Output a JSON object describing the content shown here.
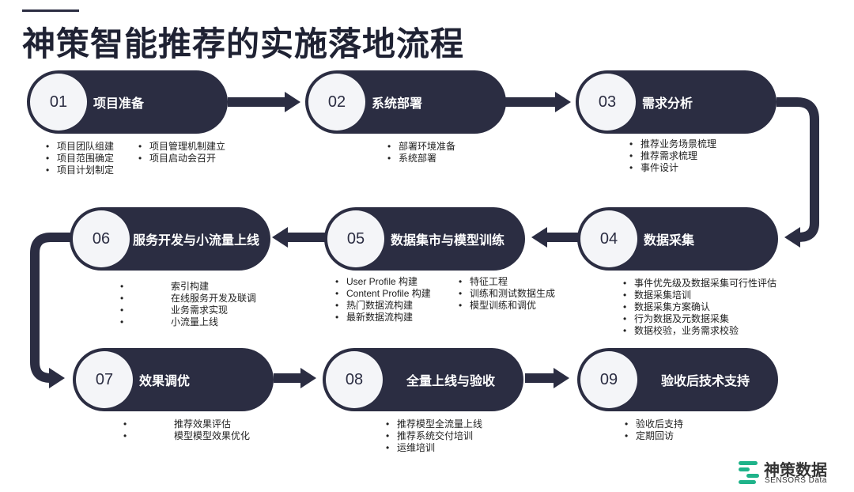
{
  "title": "神策智能推荐的实施落地流程",
  "steps": [
    {
      "num": "01",
      "label": "项目准备",
      "items_left": [
        "项目团队组建",
        "项目范围确定",
        "项目计划制定"
      ],
      "items_right": [
        "项目管理机制建立",
        "项目启动会召开"
      ]
    },
    {
      "num": "02",
      "label": "系统部署",
      "items": [
        "部署环境准备",
        "系统部署"
      ]
    },
    {
      "num": "03",
      "label": "需求分析",
      "items": [
        "推荐业务场景梳理",
        "推荐需求梳理",
        "事件设计"
      ]
    },
    {
      "num": "04",
      "label": "数据采集",
      "items": [
        "事件优先级及数据采集可行性评估",
        "数据采集培训",
        "数据采集方案确认",
        "行为数据及元数据采集",
        "数据校验，业务需求校验"
      ]
    },
    {
      "num": "05",
      "label": "数据集市与模型训练",
      "items_left": [
        "User Profile 构建",
        "Content Profile 构建",
        "热门数据流构建",
        "最新数据流构建"
      ],
      "items_right": [
        "特征工程",
        "训练和测试数据生成",
        "模型训练和调优"
      ]
    },
    {
      "num": "06",
      "label": "服务开发与小流量上线",
      "items": [
        "索引构建",
        "在线服务开发及联调",
        "业务需求实现",
        "小流量上线"
      ]
    },
    {
      "num": "07",
      "label": "效果调优",
      "items": [
        "推荐效果评估",
        "模型模型效果优化"
      ]
    },
    {
      "num": "08",
      "label": "全量上线与验收",
      "items": [
        "推荐模型全流量上线",
        "推荐系统交付培训",
        "运维培训"
      ]
    },
    {
      "num": "09",
      "label": "验收后技术支持",
      "items": [
        "验收后支持",
        "定期回访"
      ]
    }
  ],
  "logo": {
    "cn": "神策数据",
    "en": "SENSORS Data"
  },
  "colors": {
    "dark": "#2b2d42",
    "circle": "#f4f5f8",
    "logo_green": "#1fb38a"
  }
}
